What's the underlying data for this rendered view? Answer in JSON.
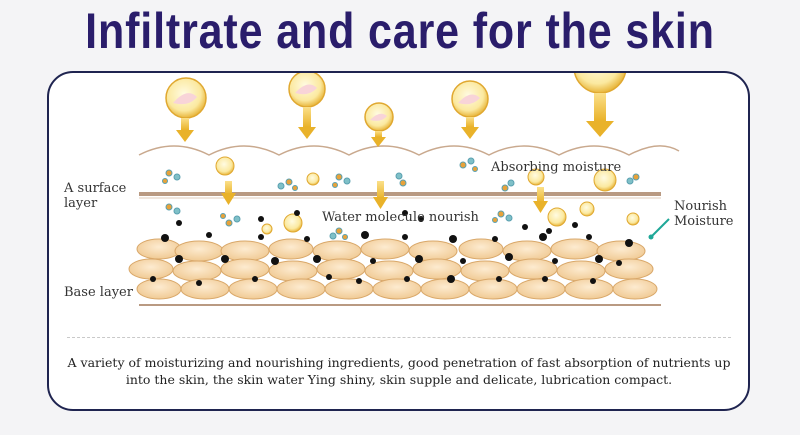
{
  "title": "Infiltrate and care for the skin",
  "labels": {
    "surface_layer": "A surface\nlayer",
    "base_layer": "Base layer",
    "absorbing_moisture": "Absorbing moisture",
    "water_molecule_nourish": "Water molecule nourish",
    "nourish_moisture": "Nourish\nMoisture"
  },
  "caption": "A variety of moisturizing and nourishing ingredients, good penetration of fast absorption of nutrients up into the skin, the skin water Ying shiny, skin supple and delicate, lubrication compact.",
  "colors": {
    "title": "#2a1d6b",
    "frame": "#1f2450",
    "arrow": "#f0c040",
    "layer_line": "#b99a82",
    "cell": "#f6d8b0",
    "dot": "#111111",
    "pointer": "#1fa898"
  }
}
